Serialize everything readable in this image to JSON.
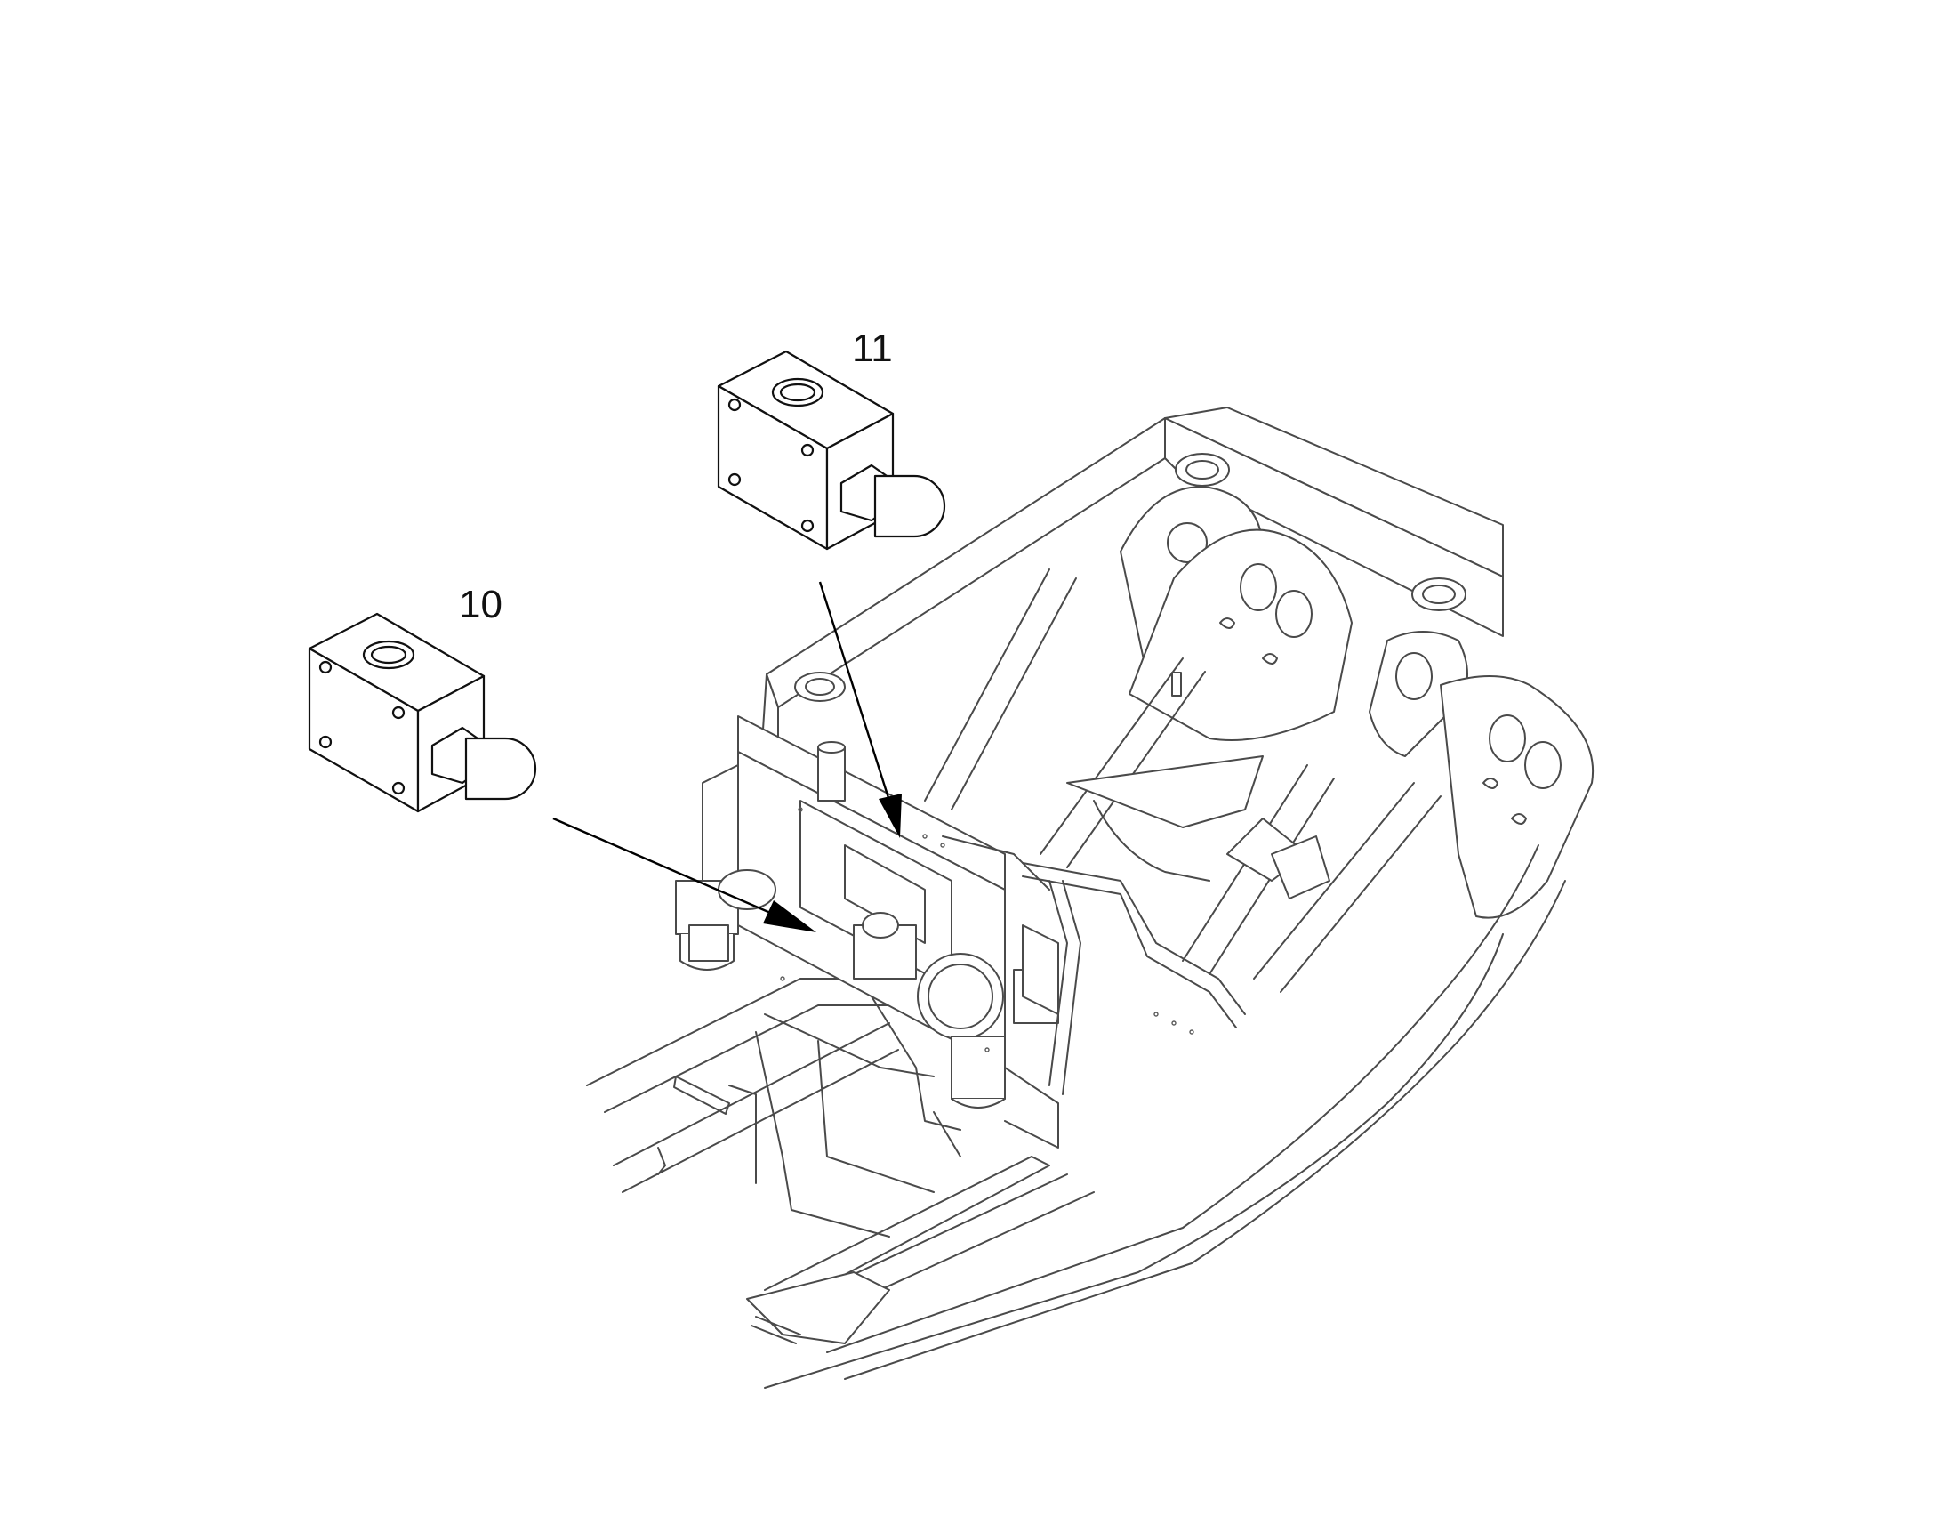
{
  "callouts": [
    {
      "id": "10",
      "label": "10"
    },
    {
      "id": "11",
      "label": "11"
    }
  ],
  "colors": {
    "background": "#ffffff",
    "part_outline": "#111111",
    "machine_outline": "#4a4a4a",
    "arrow": "#000000"
  }
}
